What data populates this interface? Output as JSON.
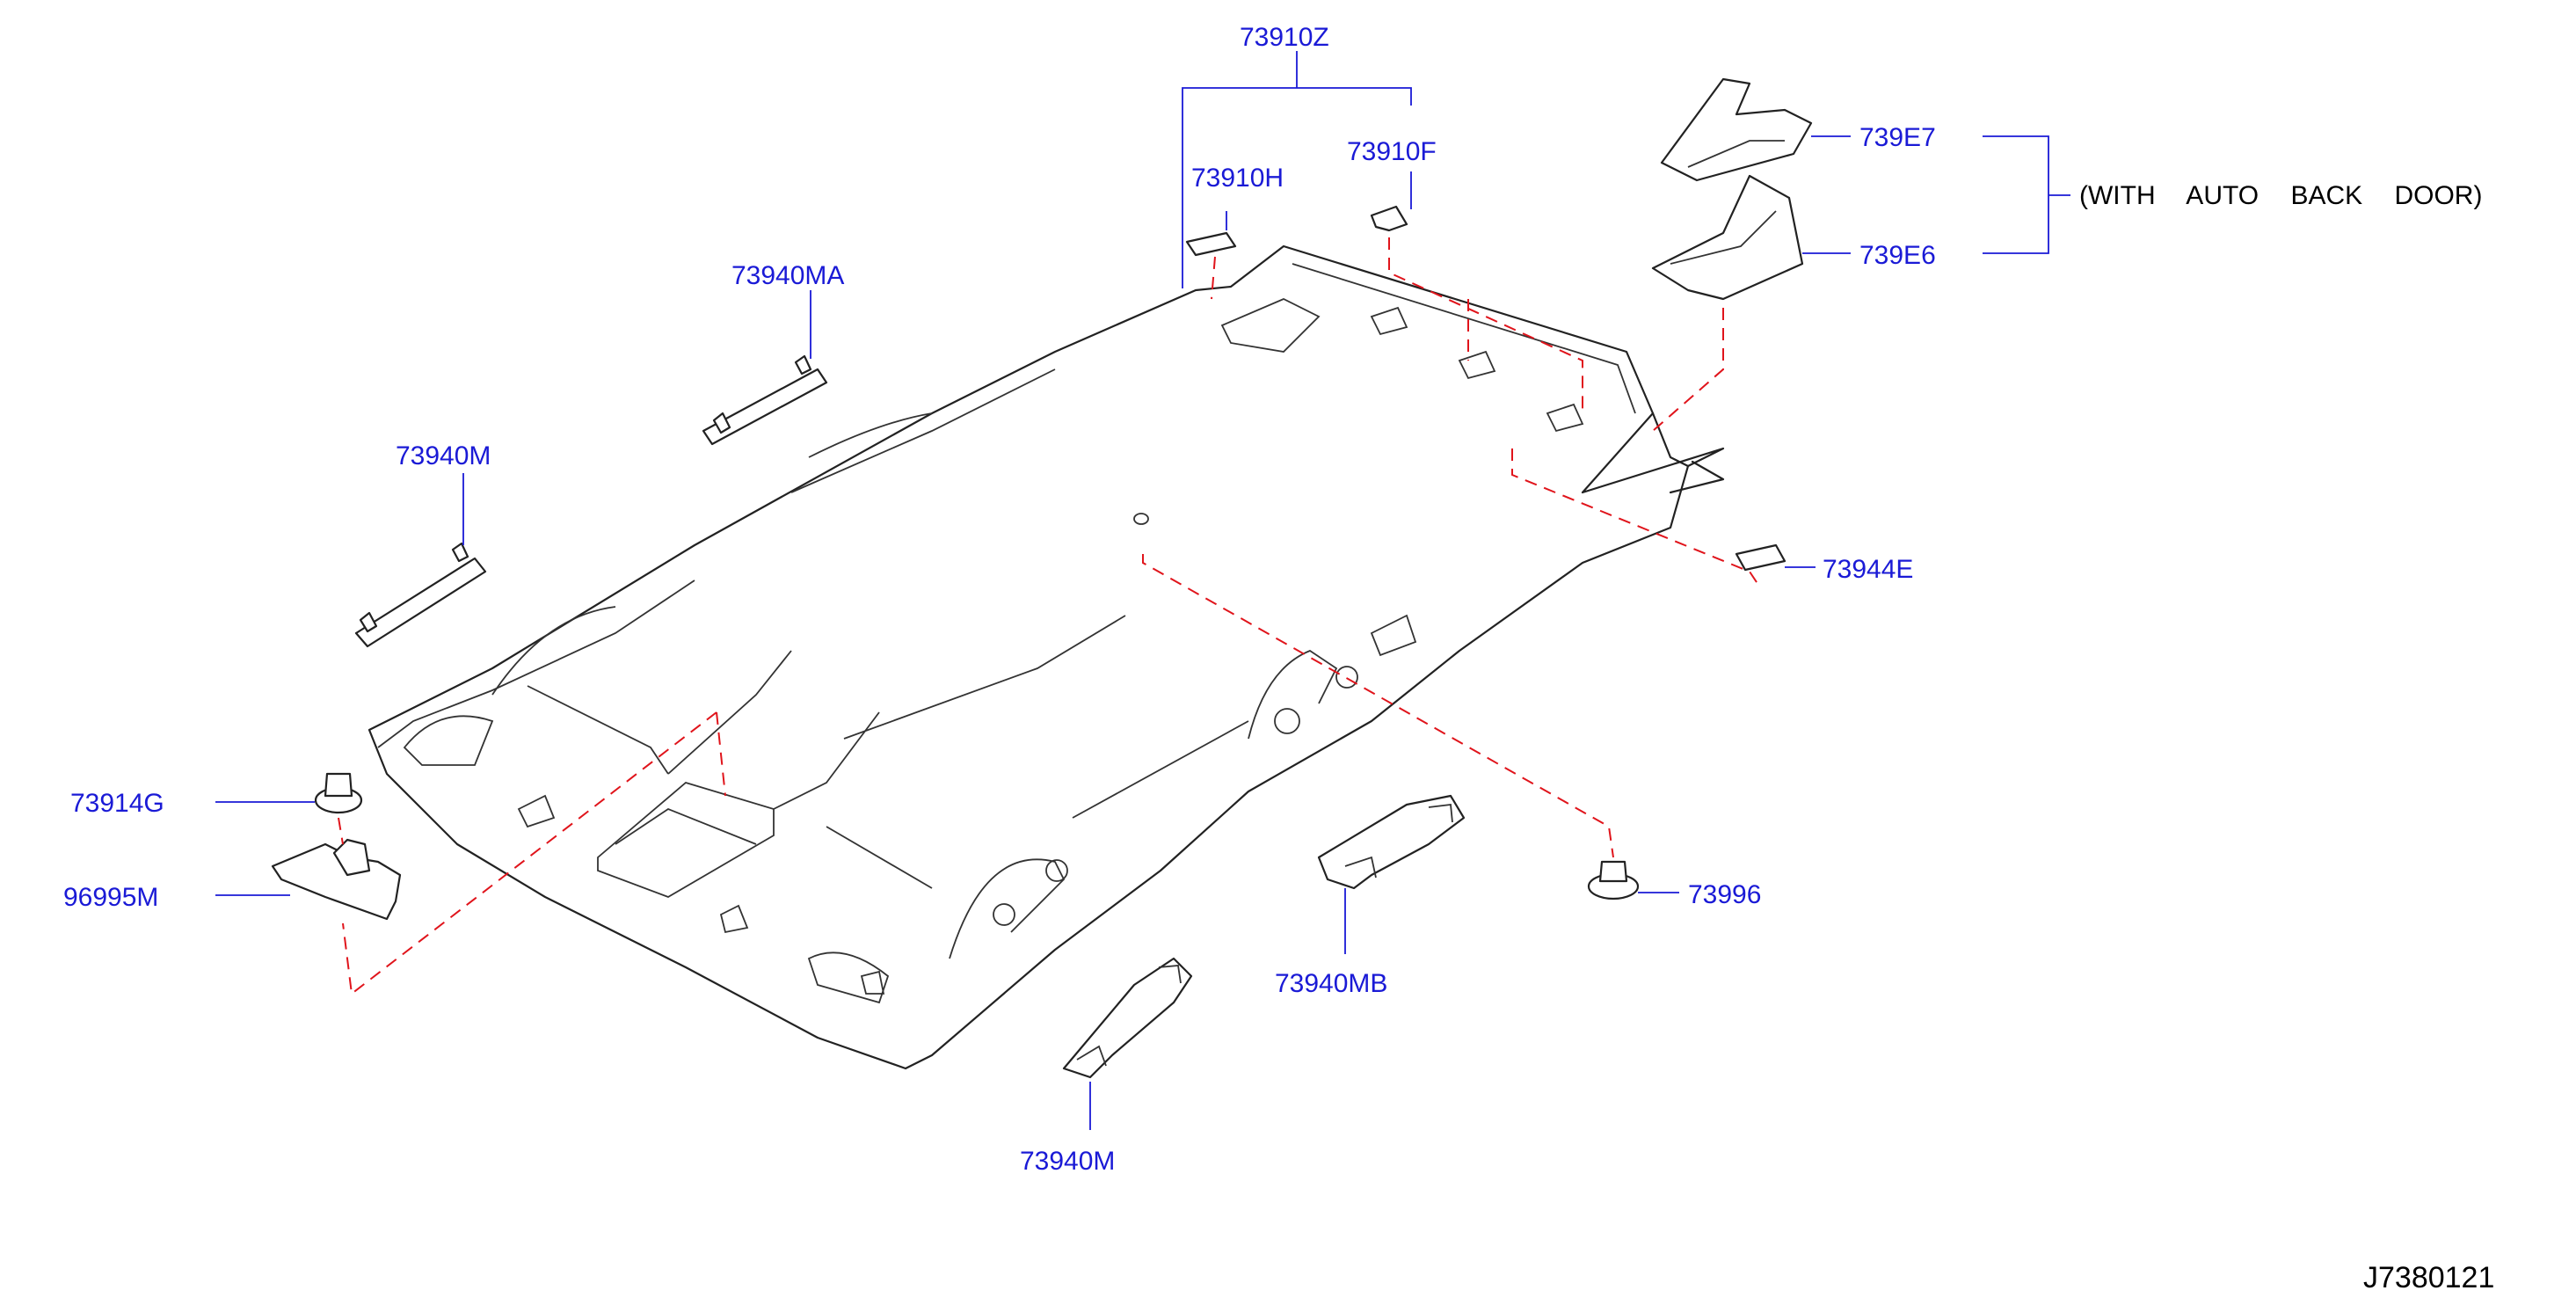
{
  "diagram": {
    "reference_code": "J7380121",
    "note": "(WITH AUTO BACK DOOR)",
    "colors": {
      "label": "#1a1ad6",
      "leader": "#1a1ad6",
      "alignment_dash": "#e0141b",
      "part_outline": "#222222"
    },
    "labels": {
      "headlining_assy": "73910Z",
      "headlining_pad": "73910H",
      "headlining_clip": "73910F",
      "assist_grip_upper": "73940MA",
      "assist_grip_left": "73940M",
      "cover_e7": "739E7",
      "cover_e6": "739E6",
      "spacer": "73944E",
      "clip_73914g": "73914G",
      "harness_clip": "96995M",
      "assist_grip_mid": "73940MB",
      "clip_73996": "73996",
      "assist_grip_bottom": "73940M"
    }
  }
}
